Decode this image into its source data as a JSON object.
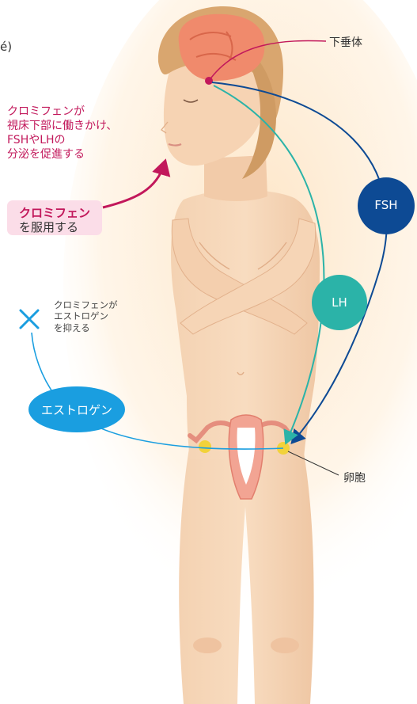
{
  "corner_fragment": "é)",
  "labels": {
    "pituitary": "下垂体",
    "follicle": "卵胞",
    "fsh": "FSH",
    "lh": "LH",
    "estrogen": "エストロゲン"
  },
  "clomiphene_action_note": [
    "クロミフェンが",
    "視床下部に働きかけ、",
    "FSHやLHの",
    "分泌を促進する"
  ],
  "take_box": {
    "drug": "クロミフェン",
    "action": "を服用する"
  },
  "suppression_note": [
    "クロミフェンが",
    "エストロゲン",
    "を抑える"
  ],
  "colors": {
    "magenta": "#c2185b",
    "fsh_navy": "#0d4a94",
    "lh_teal": "#2bb3a8",
    "estrogen_blue": "#1a9ee0",
    "follicle_yellow": "#f2d23a"
  },
  "icons": [
    "cross-mark-icon",
    "arrow-icon"
  ]
}
